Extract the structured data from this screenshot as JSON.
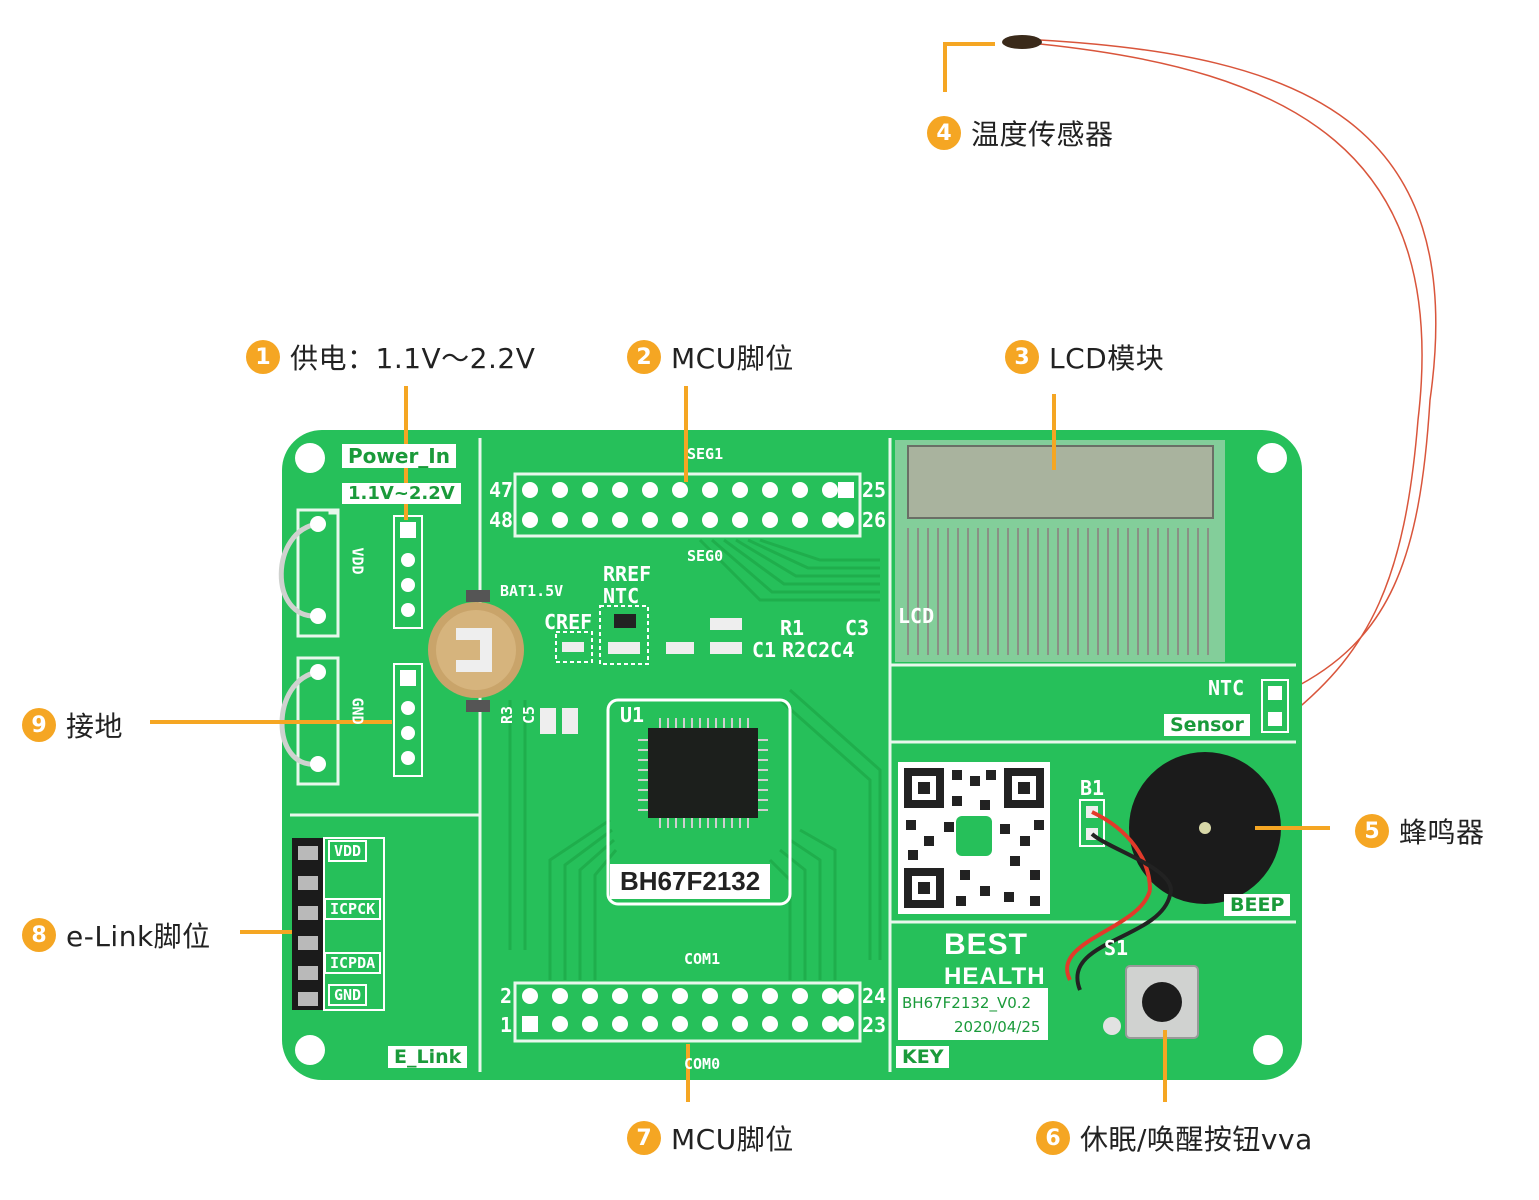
{
  "callouts": [
    {
      "num": "1",
      "text": "供电：1.1V～2.2V"
    },
    {
      "num": "2",
      "text": "MCU脚位"
    },
    {
      "num": "3",
      "text": "LCD模块"
    },
    {
      "num": "4",
      "text": "温度传感器"
    },
    {
      "num": "5",
      "text": "蜂鸣器"
    },
    {
      "num": "6",
      "text": "休眠/唤醒按钮vva"
    },
    {
      "num": "7",
      "text": "MCU脚位"
    },
    {
      "num": "8",
      "text": "e-Link脚位"
    },
    {
      "num": "9",
      "text": "接地"
    }
  ],
  "silkscreen": {
    "power_in": "Power_In",
    "voltage": "1.1V~2.2V",
    "vdd": "VDD",
    "gnd": "GND",
    "bat": "BAT1.5V",
    "rref": "RREF",
    "ntc_r": "NTC",
    "cref": "CREF",
    "r1": "R1",
    "c3": "C3",
    "c1": "C1",
    "r2c2c4": "R2C2C4",
    "r3": "R3",
    "c5": "C5",
    "u1": "U1",
    "chip": "BH67F2132",
    "seg1": "SEG1",
    "seg0": "SEG0",
    "pin47": "47",
    "pin48": "48",
    "pin25": "25",
    "pin26": "26",
    "com1": "COM1",
    "com0": "COM0",
    "pin2": "2",
    "pin1": "1",
    "pin24": "24",
    "pin23": "23",
    "lcd": "LCD",
    "ntc": "NTC",
    "sensor": "Sensor",
    "b1": "B1",
    "beep": "BEEP",
    "s1": "S1",
    "key": "KEY",
    "e_link": "E_Link",
    "vdd2": "VDD",
    "icpck": "ICPCK",
    "icpda": "ICPDA",
    "gnd2": "GND",
    "brand1": "BEST",
    "brand2": "HEALTH",
    "version": "BH67F2132_V0.2",
    "date": "2020/04/25"
  },
  "colors": {
    "board": "#26c05a",
    "board_dark": "#1a9a3a",
    "accent": "#f5a623",
    "lcd": "#a9b39e"
  }
}
